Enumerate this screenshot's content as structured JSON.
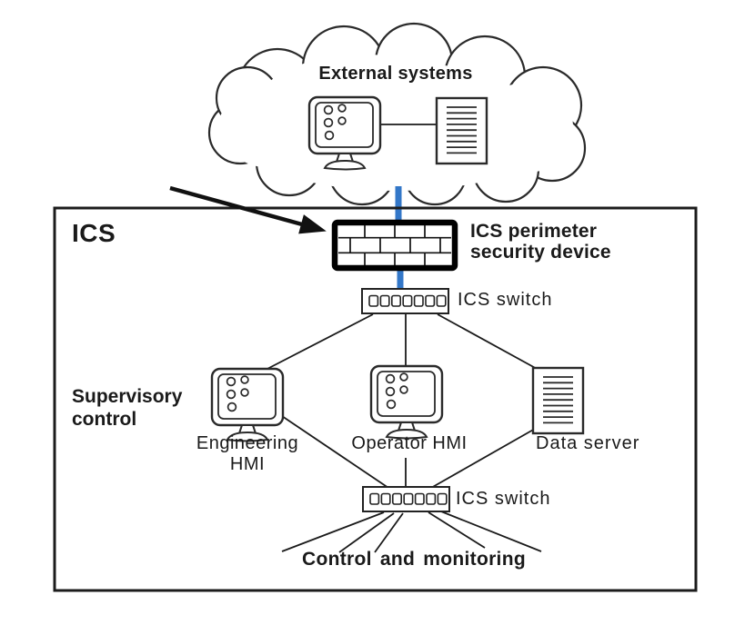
{
  "external_zone": {
    "label": "External systems"
  },
  "ics_zone": {
    "label": "ICS",
    "perimeter_device": "ICS perimeter\nsecurity device",
    "top_switch": "ICS switch",
    "supervisory": "Supervisory\ncontrol",
    "engineering_hmi": "Engineering\nHMI",
    "operator_hmi": "Operator HMI",
    "data_server": "Data server",
    "bottom_switch": "ICS switch",
    "control_monitoring": "Control and monitoring"
  },
  "icons": {
    "cloud": "scalloped-cloud-outline",
    "workstation": "monitor-with-button-dots",
    "document_server": "lined-document",
    "firewall": "brick-wall-box",
    "switch": "box-with-seven-ports",
    "arrow": "thick-black-diagonal-arrow"
  },
  "colors": {
    "link_blue": "#3377c8",
    "ink": "#1a1a1a",
    "background": "#ffffff"
  }
}
